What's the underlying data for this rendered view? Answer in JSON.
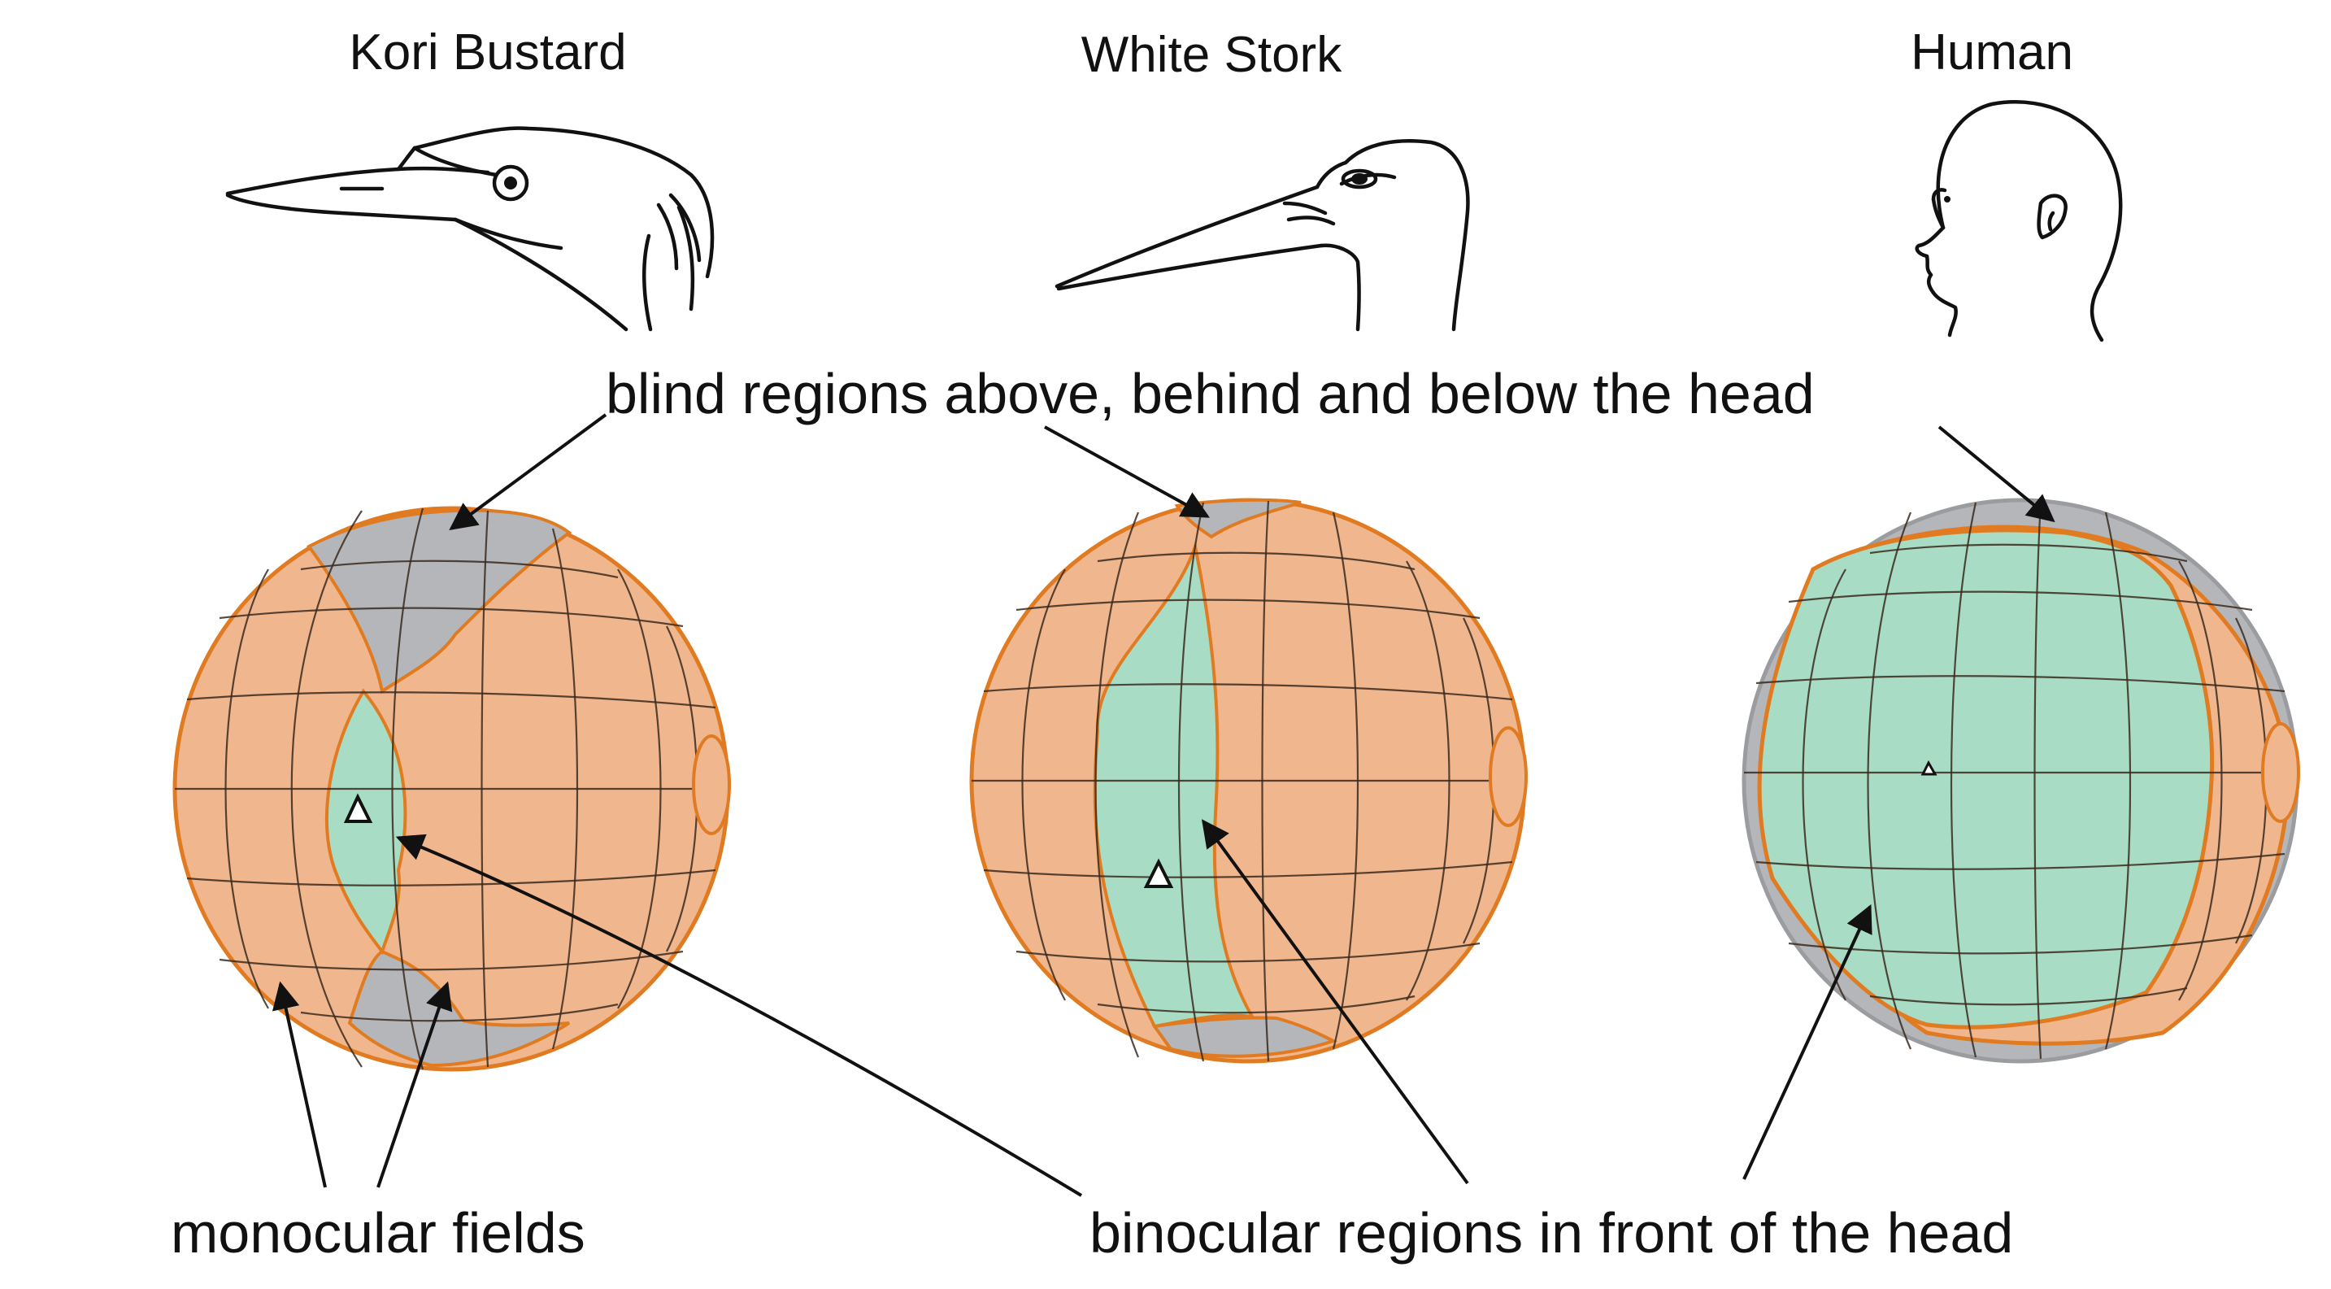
{
  "species": {
    "kori_bustard": "Kori Bustard",
    "white_stork": "White Stork",
    "human": "Human"
  },
  "labels": {
    "blind": "blind regions above, behind and below  the head",
    "monocular": "monocular fields",
    "binocular": "binocular regions in front of the head"
  },
  "colors": {
    "monocular": "#f0b68e",
    "binocular": "#a9dcc4",
    "blind": "#b4b6ba",
    "outline": "#e07b22",
    "grid": "#3a2a1e"
  }
}
